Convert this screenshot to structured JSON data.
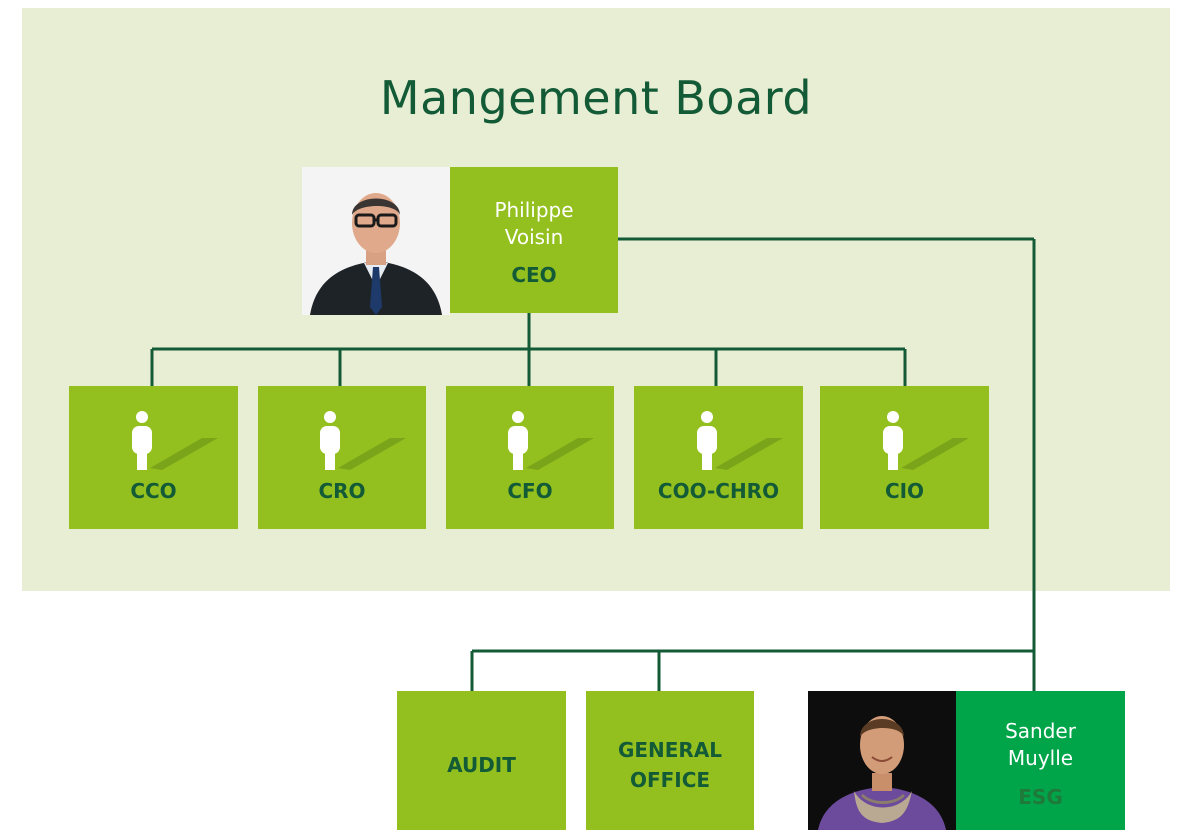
{
  "title": "Mangement Board",
  "ceo": {
    "name": "Philippe\nVoisin",
    "role": "CEO"
  },
  "roles": [
    {
      "label": "CCO"
    },
    {
      "label": "CRO"
    },
    {
      "label": "CFO"
    },
    {
      "label": "COO-CHRO"
    },
    {
      "label": "CIO"
    }
  ],
  "departments": [
    {
      "label": "AUDIT"
    },
    {
      "label": "GENERAL\nOFFICE"
    }
  ],
  "esg": {
    "name": "Sander\nMuylle",
    "role": "ESG"
  },
  "colors": {
    "background_panel": "#e8eed3",
    "box_green": "#93c01f",
    "box_dark_green": "#00a54a",
    "text_dark_green": "#135a37",
    "connector": "#135a37"
  },
  "icons": [
    "person-icon"
  ]
}
